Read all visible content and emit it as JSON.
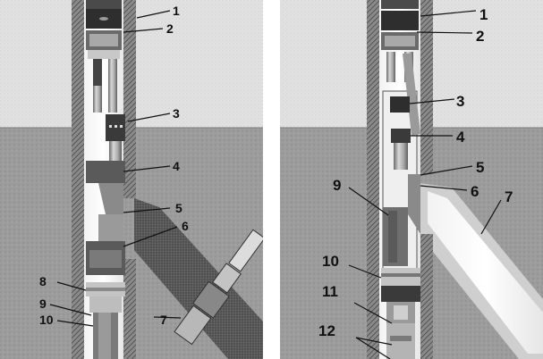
{
  "left_panel": {
    "callouts": [
      "1",
      "2",
      "3",
      "4",
      "5",
      "6",
      "7",
      "8",
      "9",
      "10"
    ]
  },
  "right_panel": {
    "callouts": [
      "1",
      "2",
      "3",
      "4",
      "5",
      "6",
      "7",
      "9",
      "10",
      "11",
      "12"
    ]
  },
  "colors": {
    "surface_upper": "#dcdcdc",
    "formation": "#9a9a9a",
    "casing": "#6e6e6e",
    "borehole_bg": "#ffffff",
    "tool_dark": "#3c3c3c",
    "tool_mid": "#8c8c8c",
    "tool_light": "#c8c8c8"
  }
}
